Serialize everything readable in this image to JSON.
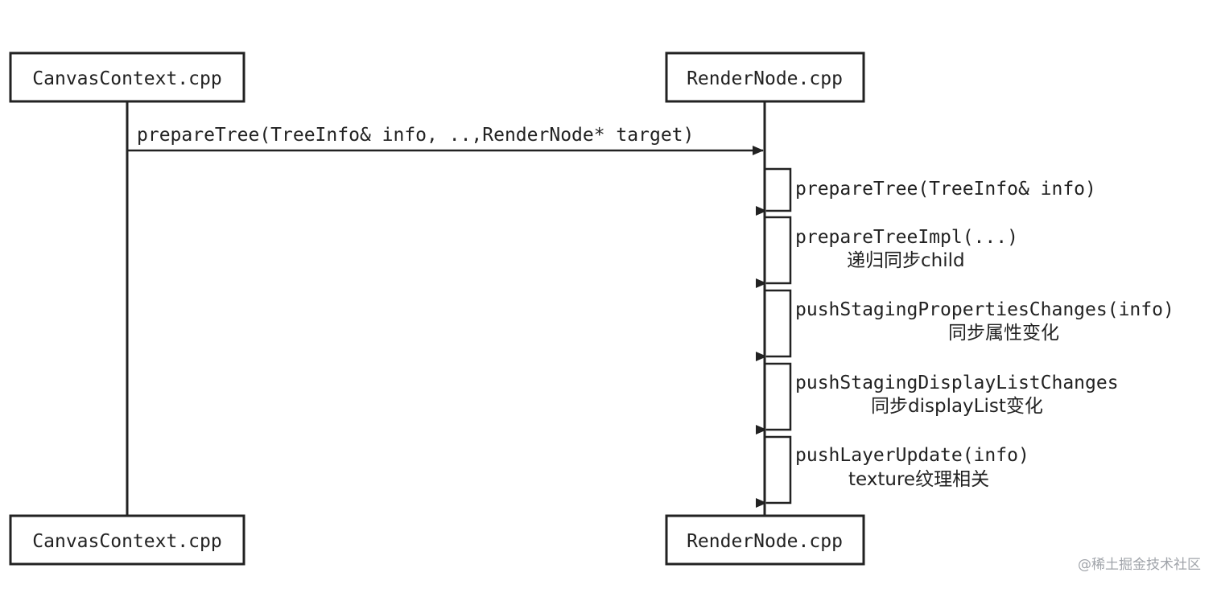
{
  "participants": [
    {
      "id": "canvas",
      "label": "CanvasContext.cpp"
    },
    {
      "id": "render",
      "label": "RenderNode.cpp"
    }
  ],
  "messages": [
    {
      "label": "prepareTree(TreeInfo& info, ..,RenderNode* target)"
    }
  ],
  "self_calls": [
    {
      "label": "prepareTree(TreeInfo& info)",
      "note": ""
    },
    {
      "label": "prepareTreeImpl(...)",
      "note": "递归同步child"
    },
    {
      "label": "pushStagingPropertiesChanges(info)",
      "note": "同步属性变化"
    },
    {
      "label": "pushStagingDisplayListChanges",
      "note": "同步displayList变化"
    },
    {
      "label": "pushLayerUpdate(info)",
      "note": "texture纹理相关"
    }
  ],
  "watermark": "@稀土掘金技术社区",
  "colors": {
    "stroke": "#222222",
    "watermark": "#a0a4aa",
    "background": "#ffffff"
  }
}
